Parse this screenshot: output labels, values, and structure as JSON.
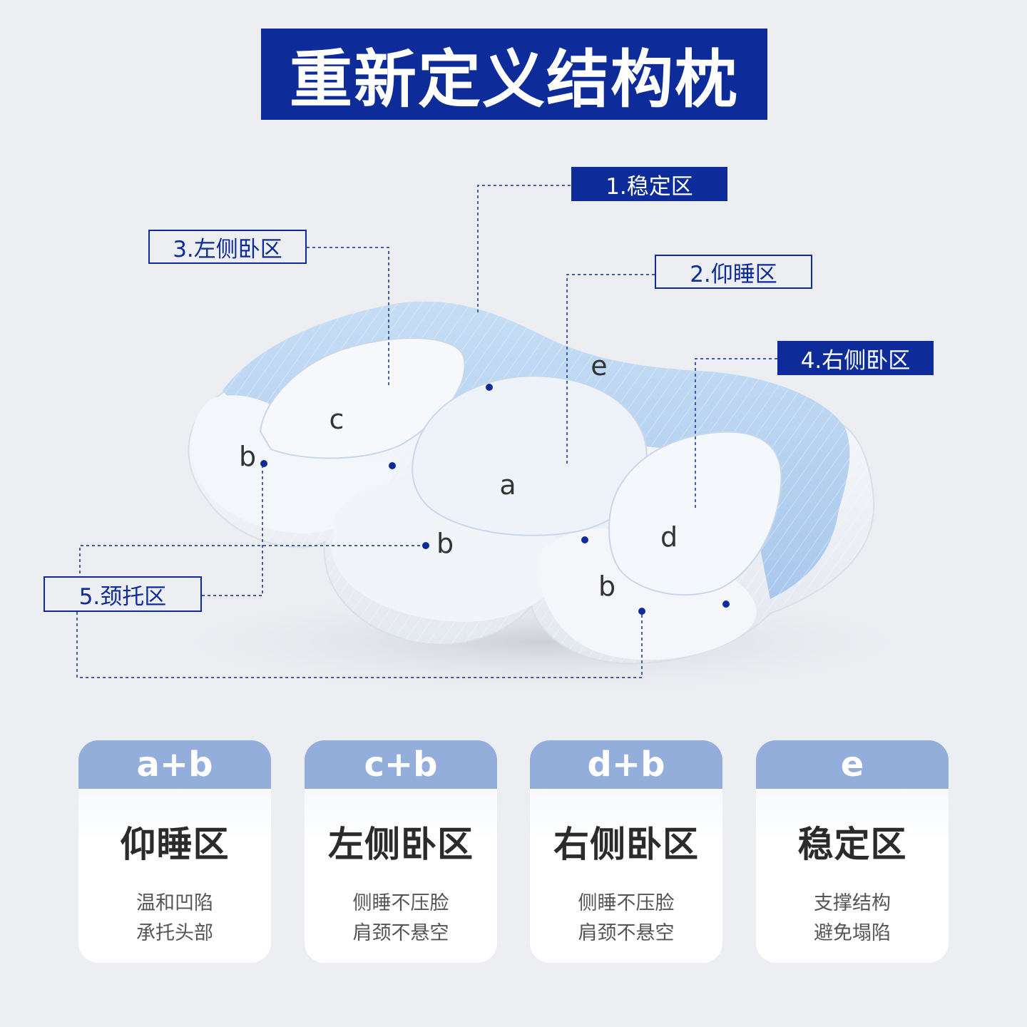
{
  "title": "重新定义结构枕",
  "colors": {
    "brand": "#0d2c9a",
    "card_header": "#93aedb",
    "pillow_blue": "#b5d2f1",
    "pillow_white": "#f4f7fb",
    "background": "#eceef2"
  },
  "callouts": {
    "stable": "1.稳定区",
    "supine": "2.仰睡区",
    "left_side": "3.左侧卧区",
    "right_side": "4.右侧卧区",
    "neck": "5.颈托区"
  },
  "zone_letters": {
    "a": "a",
    "b1": "b",
    "b2": "b",
    "b3": "b",
    "c": "c",
    "d": "d",
    "e": "e"
  },
  "cards": [
    {
      "header": "a+b",
      "title": "仰睡区",
      "line1": "温和凹陷",
      "line2": "承托头部"
    },
    {
      "header": "c+b",
      "title": "左侧卧区",
      "line1": "侧睡不压脸",
      "line2": "肩颈不悬空"
    },
    {
      "header": "d+b",
      "title": "右侧卧区",
      "line1": "侧睡不压脸",
      "line2": "肩颈不悬空"
    },
    {
      "header": "e",
      "title": "稳定区",
      "line1": "支撑结构",
      "line2": "避免塌陷"
    }
  ]
}
